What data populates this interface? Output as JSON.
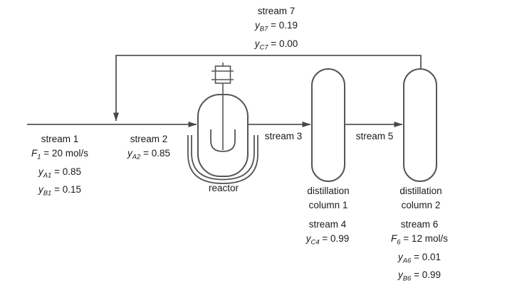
{
  "colors": {
    "background": "#ffffff",
    "line": "#555555",
    "arrow": "#474747",
    "text": "#1a1a1a"
  },
  "streams": {
    "s1": {
      "title": "stream 1",
      "props": [
        {
          "v": "F",
          "sub": "1",
          "rest": " = 20 mol/s"
        },
        {
          "v": "y",
          "sub": "A1",
          "rest": " = 0.85"
        },
        {
          "v": "y",
          "sub": "B1",
          "rest": " = 0.15"
        }
      ]
    },
    "s2": {
      "title": "stream 2",
      "props": [
        {
          "v": "y",
          "sub": "A2",
          "rest": " = 0.85"
        }
      ]
    },
    "s3": {
      "title": "stream 3"
    },
    "s4": {
      "title": "stream 4",
      "props": [
        {
          "v": "y",
          "sub": "C4",
          "rest": " = 0.99"
        }
      ]
    },
    "s5": {
      "title": "stream 5"
    },
    "s6": {
      "title": "stream 6",
      "props": [
        {
          "v": "F",
          "sub": "6",
          "rest": " = 12 mol/s"
        },
        {
          "v": "y",
          "sub": "A6",
          "rest": " = 0.01"
        },
        {
          "v": "y",
          "sub": "B6",
          "rest": " = 0.99"
        }
      ]
    },
    "s7": {
      "title": "stream 7",
      "props": [
        {
          "v": "y",
          "sub": "B7",
          "rest": " = 0.19"
        },
        {
          "v": "y",
          "sub": "C7",
          "rest": " = 0.00"
        }
      ]
    }
  },
  "equipment": {
    "reactor": {
      "label": "reactor"
    },
    "column1": {
      "label_line1": "distillation",
      "label_line2": "column 1"
    },
    "column2": {
      "label_line1": "distillation",
      "label_line2": "column 2"
    }
  }
}
